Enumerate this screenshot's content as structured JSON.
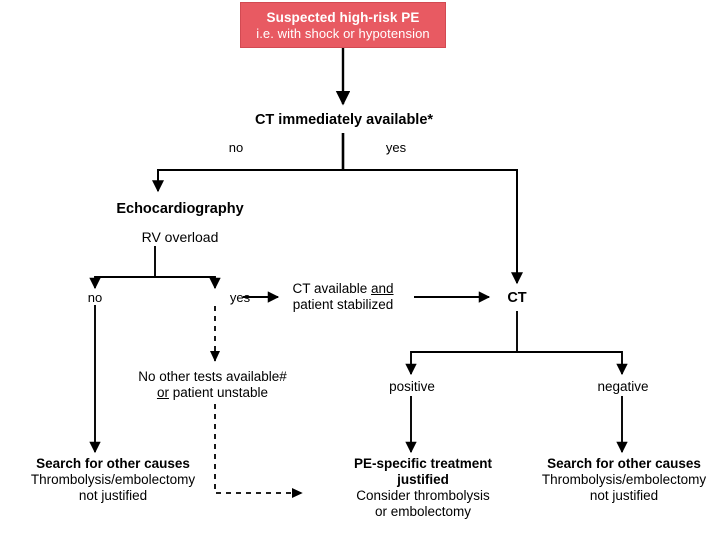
{
  "chart_data": {
    "type": "diagram",
    "title": "Suspected high-risk PE diagnostic algorithm",
    "diagram_kind": "clinical-decision-flowchart",
    "nodes": [
      {
        "id": "start",
        "label": "Suspected high-risk PE / i.e. with shock or hypotension",
        "style": "red-box"
      },
      {
        "id": "ct_available",
        "label": "CT immediately available*",
        "style": "decision"
      },
      {
        "id": "echo",
        "label": "Echocardiography",
        "style": "process"
      },
      {
        "id": "rv_overload",
        "label": "RV overload",
        "style": "decision"
      },
      {
        "id": "ct_stabilized",
        "label": "CT available and patient stabilized",
        "style": "condition"
      },
      {
        "id": "ct",
        "label": "CT",
        "style": "process"
      },
      {
        "id": "no_other_tests",
        "label": "No other tests available# or patient unstable",
        "style": "condition"
      },
      {
        "id": "search_left",
        "label": "Search for other causes",
        "style": "outcome"
      },
      {
        "id": "pe_treatment",
        "label": "PE-specific treatment justified",
        "style": "outcome"
      },
      {
        "id": "search_right",
        "label": "Search for other causes",
        "style": "outcome"
      }
    ],
    "edges": [
      {
        "from": "start",
        "to": "ct_available",
        "label": ""
      },
      {
        "from": "ct_available",
        "to": "echo",
        "label": "no"
      },
      {
        "from": "ct_available",
        "to": "ct",
        "label": "yes"
      },
      {
        "from": "echo",
        "to": "rv_overload",
        "label": ""
      },
      {
        "from": "rv_overload",
        "to": "search_left",
        "label": "no"
      },
      {
        "from": "rv_overload",
        "to": "ct_stabilized",
        "label": "yes"
      },
      {
        "from": "rv_overload",
        "to": "no_other_tests",
        "label": "yes",
        "style": "dashed"
      },
      {
        "from": "ct_stabilized",
        "to": "ct",
        "label": ""
      },
      {
        "from": "ct",
        "to": "pe_treatment",
        "label": "positive"
      },
      {
        "from": "ct",
        "to": "search_right",
        "label": "negative"
      },
      {
        "from": "no_other_tests",
        "to": "pe_treatment",
        "label": "",
        "style": "dashed"
      }
    ]
  },
  "colors": {
    "header_bg": "#e85a62",
    "header_text": "#ffffff",
    "line": "#000000",
    "body_text": "#000000",
    "background": "#ffffff"
  },
  "header": {
    "line1": "Suspected high-risk PE",
    "line2": "i.e. with shock or hypotension"
  },
  "nodes": {
    "ct_immediately_available": "CT immediately available*",
    "echocardiography": "Echocardiography",
    "rv_overload": "RV overload",
    "ct_label": "CT",
    "ct_stabilized_line1_a": "CT available ",
    "ct_stabilized_line1_b": "and",
    "ct_stabilized_line2": "patient stabilized",
    "no_other_tests_line1": "No other tests available#",
    "no_other_tests_line2_a": "or",
    "no_other_tests_line2_b": " patient unstable"
  },
  "edge_labels": {
    "no_top": "no",
    "yes_top": "yes",
    "no_rv": "no",
    "yes_rv": "yes",
    "positive": "positive",
    "negative": "negative"
  },
  "outcomes": {
    "bottom_left": {
      "line1": "Search for other causes",
      "line2": "Thrombolysis/embolectomy",
      "line3": "not justified"
    },
    "bottom_middle": {
      "line1": "PE-specific treatment",
      "line2": "justified",
      "line3": "Consider thrombolysis",
      "line4": "or embolectomy"
    },
    "bottom_right": {
      "line1": "Search for other causes",
      "line2": "Thrombolysis/embolectomy",
      "line3": "not justified"
    }
  }
}
